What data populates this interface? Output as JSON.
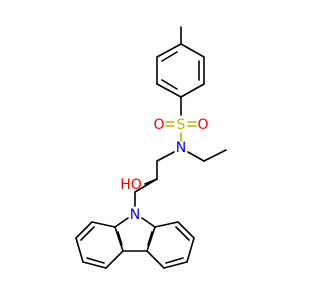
{
  "molecule": {
    "atoms": {
      "sulfur": "S",
      "oxygen_left": "O",
      "oxygen_right": "O",
      "nitrogen_sulfonamide": "N",
      "hydroxyl": "HO",
      "nitrogen_carbazole": "N"
    }
  },
  "colors": {
    "bond": "#000000",
    "sulfur": "#B8B800",
    "oxygen": "#FF0000",
    "nitrogen": "#0000FF"
  }
}
